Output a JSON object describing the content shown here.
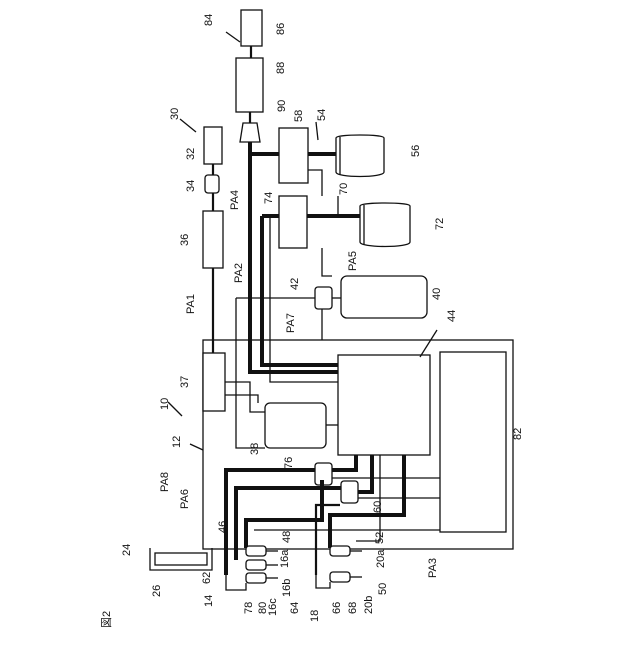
{
  "figure_label": "図2",
  "labels": {
    "n10": "10",
    "n12": "12",
    "n14": "14",
    "n16a": "16a",
    "n16b": "16b",
    "n16c": "16c",
    "n18": "18",
    "n20a": "20a",
    "n20b": "20b",
    "n24": "24",
    "n26": "26",
    "n30": "30",
    "n32": "32",
    "n34": "34",
    "n36": "36",
    "n37": "37",
    "n38": "38",
    "n40": "40",
    "n42": "42",
    "n44": "44",
    "n46": "46",
    "n48": "48",
    "n50": "50",
    "n52": "52",
    "n54": "54",
    "n56": "56",
    "n58": "58",
    "n60": "60",
    "n62": "62",
    "n64": "64",
    "n66": "66",
    "n68": "68",
    "n70": "70",
    "n72": "72",
    "n74": "74",
    "n76": "76",
    "n78": "78",
    "n80": "80",
    "n82": "82",
    "n84": "84",
    "n86": "86",
    "n88": "88",
    "n90": "90",
    "pa1": "PA1",
    "pa2": "PA2",
    "pa3": "PA3",
    "pa4": "PA4",
    "pa5": "PA5",
    "pa6": "PA6",
    "pa7": "PA7",
    "pa8": "PA8"
  }
}
